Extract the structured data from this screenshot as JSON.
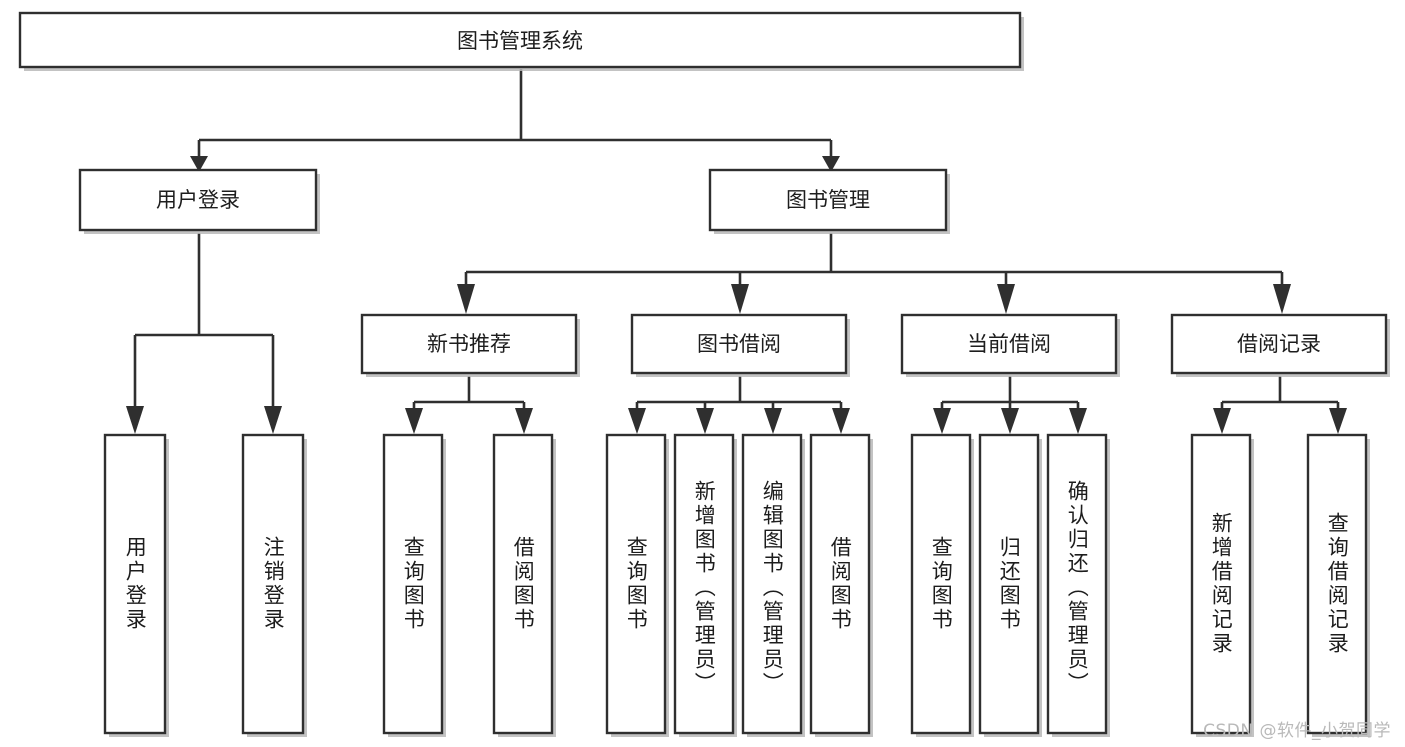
{
  "diagram": {
    "type": "tree",
    "title": "图书管理系统",
    "root": {
      "id": "root",
      "label": "图书管理系统",
      "orientation": "horizontal"
    },
    "level2": [
      {
        "id": "user-login",
        "label": "用户登录",
        "orientation": "horizontal"
      },
      {
        "id": "book-manage",
        "label": "图书管理",
        "orientation": "horizontal"
      }
    ],
    "level3": [
      {
        "id": "new-book-rec",
        "label": "新书推荐",
        "parent": "book-manage",
        "orientation": "horizontal"
      },
      {
        "id": "book-borrow",
        "label": "图书借阅",
        "parent": "book-manage",
        "orientation": "horizontal"
      },
      {
        "id": "current-borrow",
        "label": "当前借阅",
        "parent": "book-manage",
        "orientation": "horizontal"
      },
      {
        "id": "borrow-record",
        "label": "借阅记录",
        "parent": "book-manage",
        "orientation": "horizontal"
      }
    ],
    "leaves": [
      {
        "id": "leaf-user-login",
        "label": "用户登录",
        "parent": "user-login",
        "orientation": "vertical"
      },
      {
        "id": "leaf-user-logout",
        "label": "注销登录",
        "parent": "user-login",
        "orientation": "vertical"
      },
      {
        "id": "leaf-rec-query-book",
        "label": "查询图书",
        "parent": "new-book-rec",
        "orientation": "vertical"
      },
      {
        "id": "leaf-rec-borrow-book",
        "label": "借阅图书",
        "parent": "new-book-rec",
        "orientation": "vertical"
      },
      {
        "id": "leaf-borrow-query-book",
        "label": "查询图书",
        "parent": "book-borrow",
        "orientation": "vertical"
      },
      {
        "id": "leaf-borrow-add-book",
        "label": "新增图书（管理员）",
        "parent": "book-borrow",
        "orientation": "vertical"
      },
      {
        "id": "leaf-borrow-edit-book",
        "label": "编辑图书（管理员）",
        "parent": "book-borrow",
        "orientation": "vertical"
      },
      {
        "id": "leaf-borrow-borrow-book",
        "label": "借阅图书",
        "parent": "book-borrow",
        "orientation": "vertical"
      },
      {
        "id": "leaf-current-query-book",
        "label": "查询图书",
        "parent": "current-borrow",
        "orientation": "vertical"
      },
      {
        "id": "leaf-current-return-book",
        "label": "归还图书",
        "parent": "current-borrow",
        "orientation": "vertical"
      },
      {
        "id": "leaf-current-confirm-return",
        "label": "确认归还（管理员）",
        "parent": "current-borrow",
        "orientation": "vertical"
      },
      {
        "id": "leaf-record-add",
        "label": "新增借阅记录",
        "parent": "borrow-record",
        "orientation": "vertical"
      },
      {
        "id": "leaf-record-query",
        "label": "查询借阅记录",
        "parent": "borrow-record",
        "orientation": "vertical"
      }
    ],
    "colors": {
      "box_fill": "#ffffff",
      "box_stroke": "#2f2f2f",
      "text": "#1d1d1d",
      "connector": "#2f2f2f",
      "shadow": "#b8b8b8",
      "watermark": "#b9b9b9",
      "background": "#ffffff"
    }
  },
  "watermark": {
    "text": "CSDN @软件_小贺同学"
  }
}
